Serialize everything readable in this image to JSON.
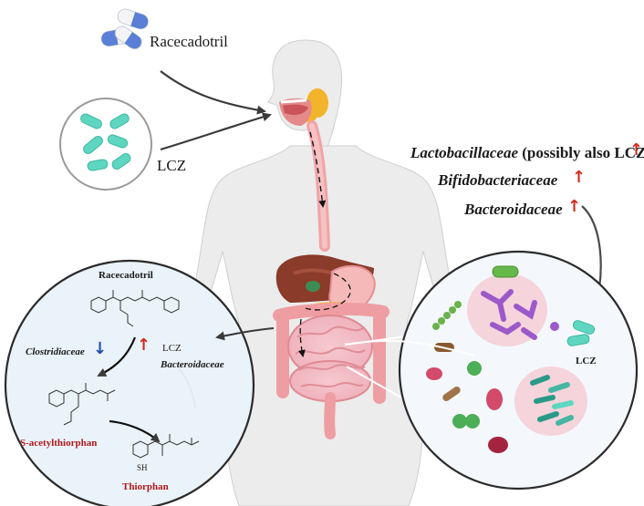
{
  "labels": {
    "racecadotril_top": "Racecadotril",
    "lcz_top": "LCZ",
    "lactobacillaceae_name": "Lactobacillaceae",
    "lactobacillaceae_note": " (possibly also LCZ)",
    "bifidobacteriaceae": "Bifidobacteriaceae",
    "bacteroidaceae_right": "Bacteroidaceae",
    "left_circle": {
      "racecadotril": "Racecadotril",
      "clostridiaceae": "Clostridiaceae",
      "lcz": "LCZ",
      "bacteroidaceae": "Bacteroidaceae",
      "s_acetylthiorphan": "S-acetylthiorphan",
      "thiorphan": "Thiorphan",
      "sh": "SH"
    },
    "right_circle": {
      "lcz": "LCZ"
    }
  },
  "arrows": {
    "up": "↑",
    "down": "↓"
  },
  "icons": [
    "capsule-icon",
    "bacteria-icon",
    "human-body-icon",
    "chemical-structure-icon"
  ],
  "colors": {
    "body": "#ededed",
    "skin_outline": "#c9c9c9",
    "capsule_blue": "#5b7fd6",
    "capsule_white": "#f4f4f6",
    "lcz_teal": "#5fd6c0",
    "up_arrow": "#d22b1a",
    "down_arrow": "#1f4bb0",
    "name_red": "#b01818",
    "left_circle_bg": "#eaf3fa",
    "right_circle_bg": "#f4f8fc"
  }
}
